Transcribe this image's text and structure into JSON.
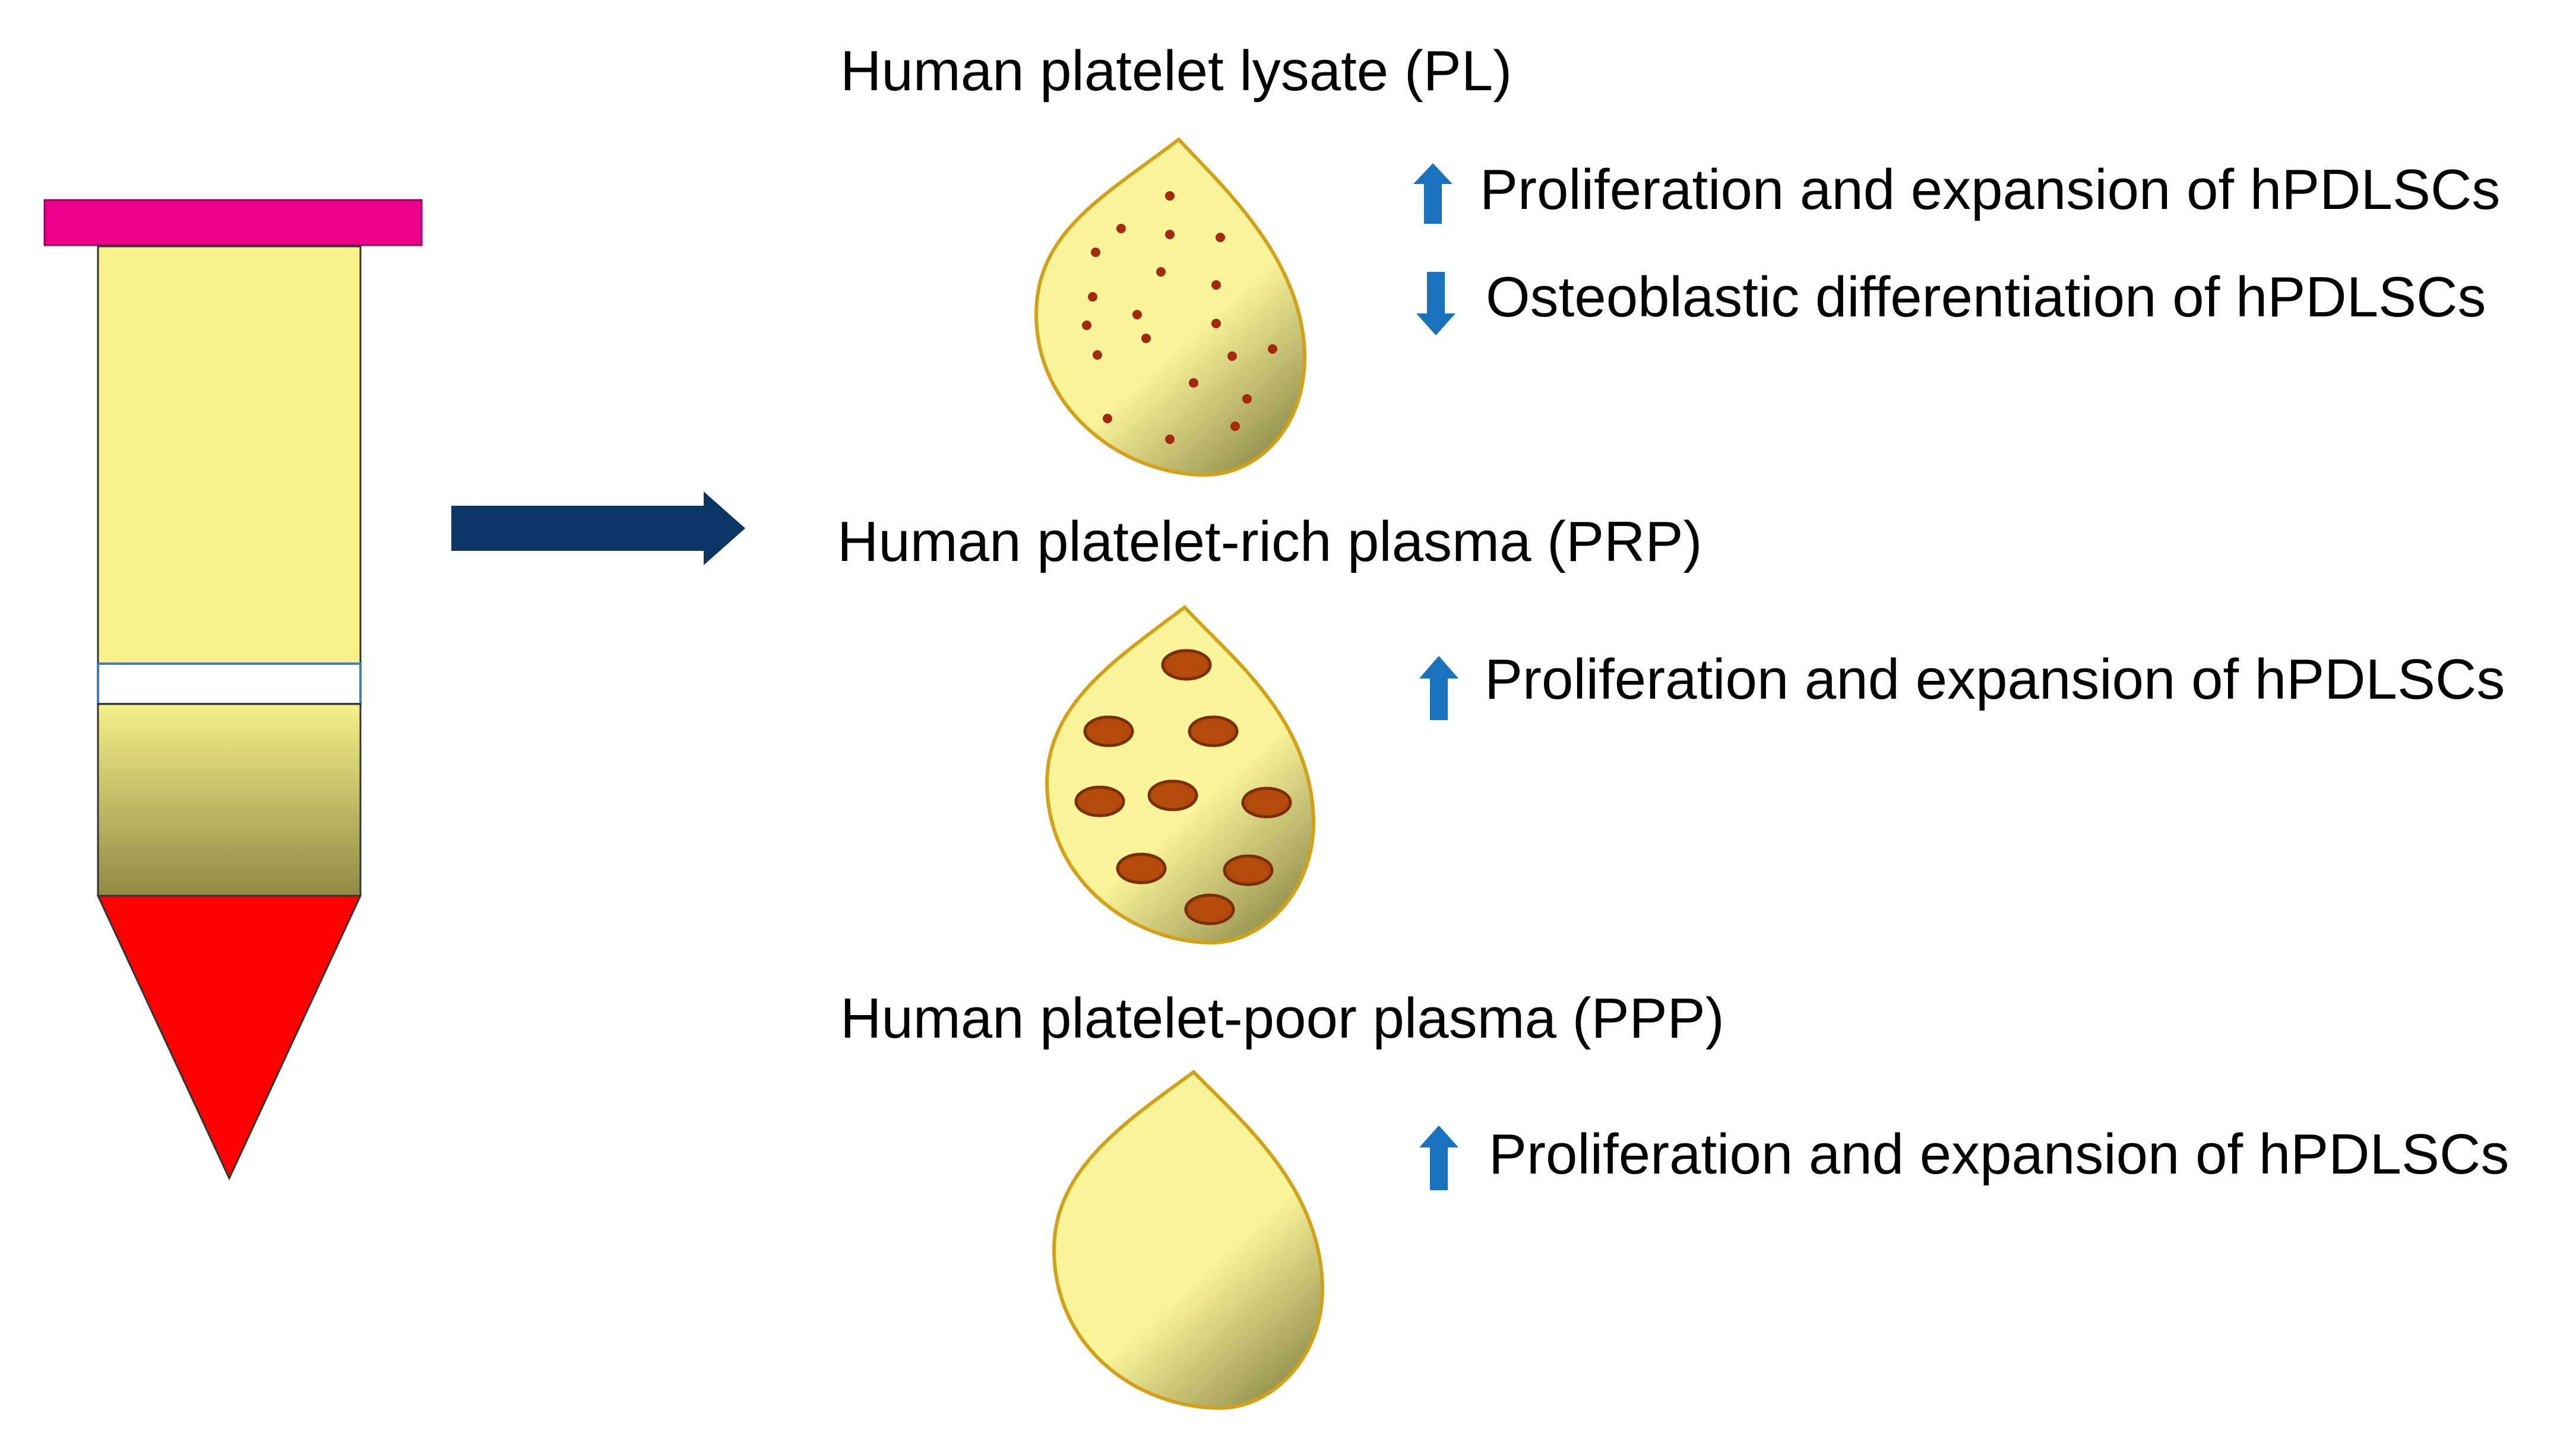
{
  "sections": [
    {
      "title": "Human platelet lysate (PL)",
      "effects": [
        {
          "direction": "up",
          "text": "Proliferation and expansion of hPDLSCs"
        },
        {
          "direction": "down",
          "text": "Osteoblastic differentiation of hPDLSCs"
        }
      ]
    },
    {
      "title": "Human platelet-rich plasma (PRP)",
      "effects": [
        {
          "direction": "up",
          "text": "Proliferation and expansion of hPDLSCs"
        }
      ]
    },
    {
      "title": "Human platelet-poor plasma (PPP)",
      "effects": [
        {
          "direction": "up",
          "text": "Proliferation and expansion of hPDLSCs"
        }
      ]
    }
  ],
  "colors": {
    "tube_cap": "#ec008c",
    "tube_upper_fill": "#f7f38a",
    "tube_lower_fill_top": "#f4f08a",
    "tube_lower_fill_bottom": "#8f8a45",
    "tube_tip": "#ff0000",
    "main_arrow": "#0b3565",
    "drop_fill_top": "#faf49a",
    "drop_fill_bottom": "#8d8a4a",
    "drop_outline": "#d4a017",
    "pl_dot": "#a3290f",
    "prp_platelet_fill": "#b24a0c",
    "prp_platelet_outline": "#7a2e06",
    "effect_arrow": "#1a72bd",
    "text": "#000000"
  },
  "icons": {
    "up": "arrow-up-icon",
    "down": "arrow-down-icon"
  }
}
